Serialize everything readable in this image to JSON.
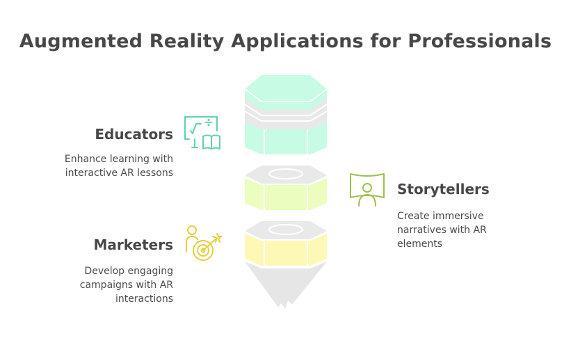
{
  "title": "Augmented Reality Applications for Professionals",
  "items": [
    {
      "heading": "Educators",
      "description": "Enhance learning with\ninteractive AR lessons",
      "icon": "teaching-board-book-icon",
      "color": "#5fd3a5"
    },
    {
      "heading": "Storytellers",
      "description": "Create immersive\nnarratives with AR\nelements",
      "icon": "panorama-person-icon",
      "color": "#9ac24a"
    },
    {
      "heading": "Marketers",
      "description": "Develop engaging\ncampaigns with AR\ninteractions",
      "icon": "person-target-arrow-icon",
      "color": "#e6cf3a"
    }
  ],
  "colors": {
    "segment_top_fill": "#c7fbe3",
    "segment_mid_fill": "#ecfdc0",
    "segment_bottom_fill": "#fef8b6",
    "ring_fill": "#e9e9e9",
    "tip_fill": "#e6e6e6"
  }
}
